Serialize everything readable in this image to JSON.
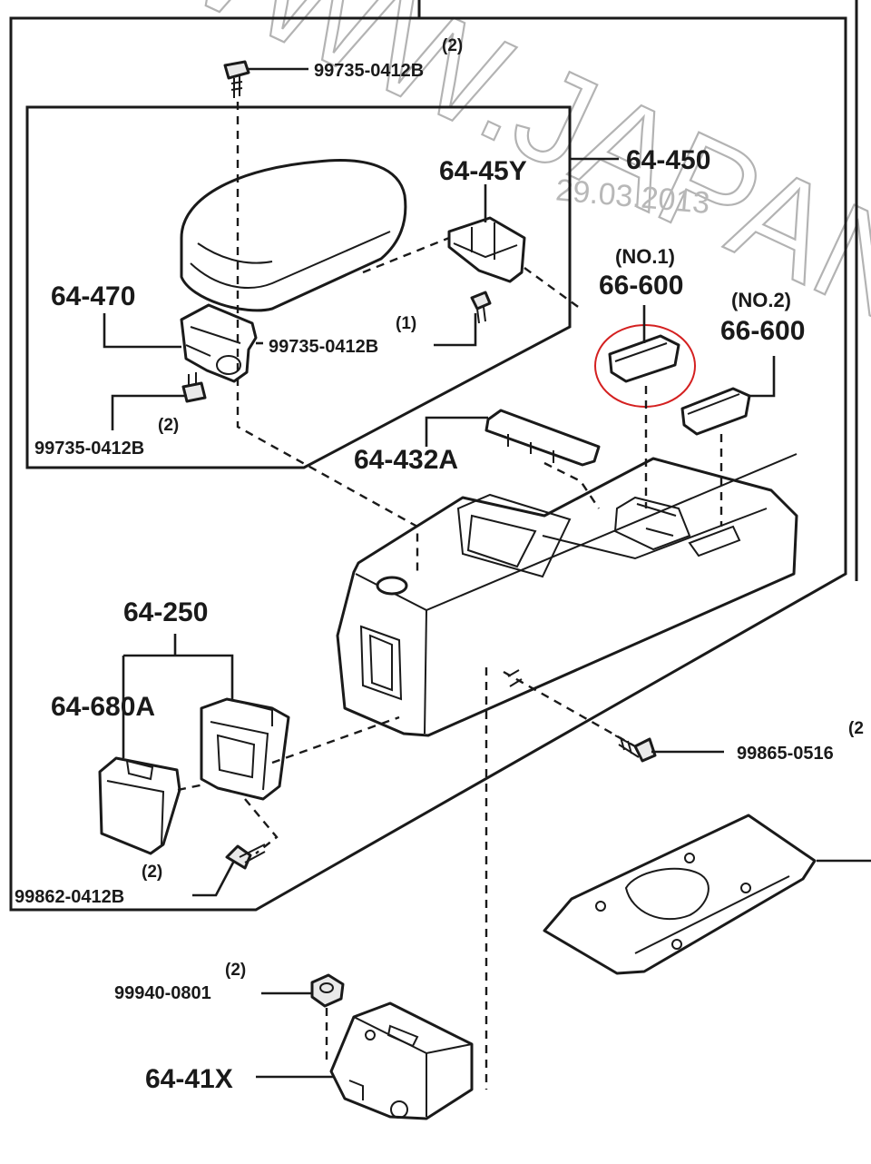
{
  "watermark": {
    "text": "WWW.JAPANCA",
    "date": "29.03.2013"
  },
  "labels": {
    "p_64_450": "64-450",
    "p_64_45y": "64-45Y",
    "p_64_470": "64-470",
    "p_66_600_no1": "66-600",
    "p_66_600_no1_variant": "(NO.1)",
    "p_66_600_no2": "66-600",
    "p_66_600_no2_variant": "(NO.2)",
    "p_64_432a": "64-432A",
    "p_64_250": "64-250",
    "p_64_680a": "64-680A",
    "p_64_41x": "64-41X",
    "b_99735_top": "99735-0412B",
    "b_99735_top_qty": "(2)",
    "b_99735_mid": "99735-0412B",
    "b_99735_mid_qty": "(1)",
    "b_99735_left": "99735-0412B",
    "b_99735_left_qty": "(2)",
    "b_99865": "99865-0516",
    "b_99865_qty": "(2",
    "b_99862": "99862-0412B",
    "b_99862_qty": "(2)",
    "b_99940": "99940-0801",
    "b_99940_qty": "(2)"
  },
  "colors": {
    "ink": "#1a1a1a",
    "highlight": "#d42020",
    "watermark": "#9a9a9a"
  }
}
